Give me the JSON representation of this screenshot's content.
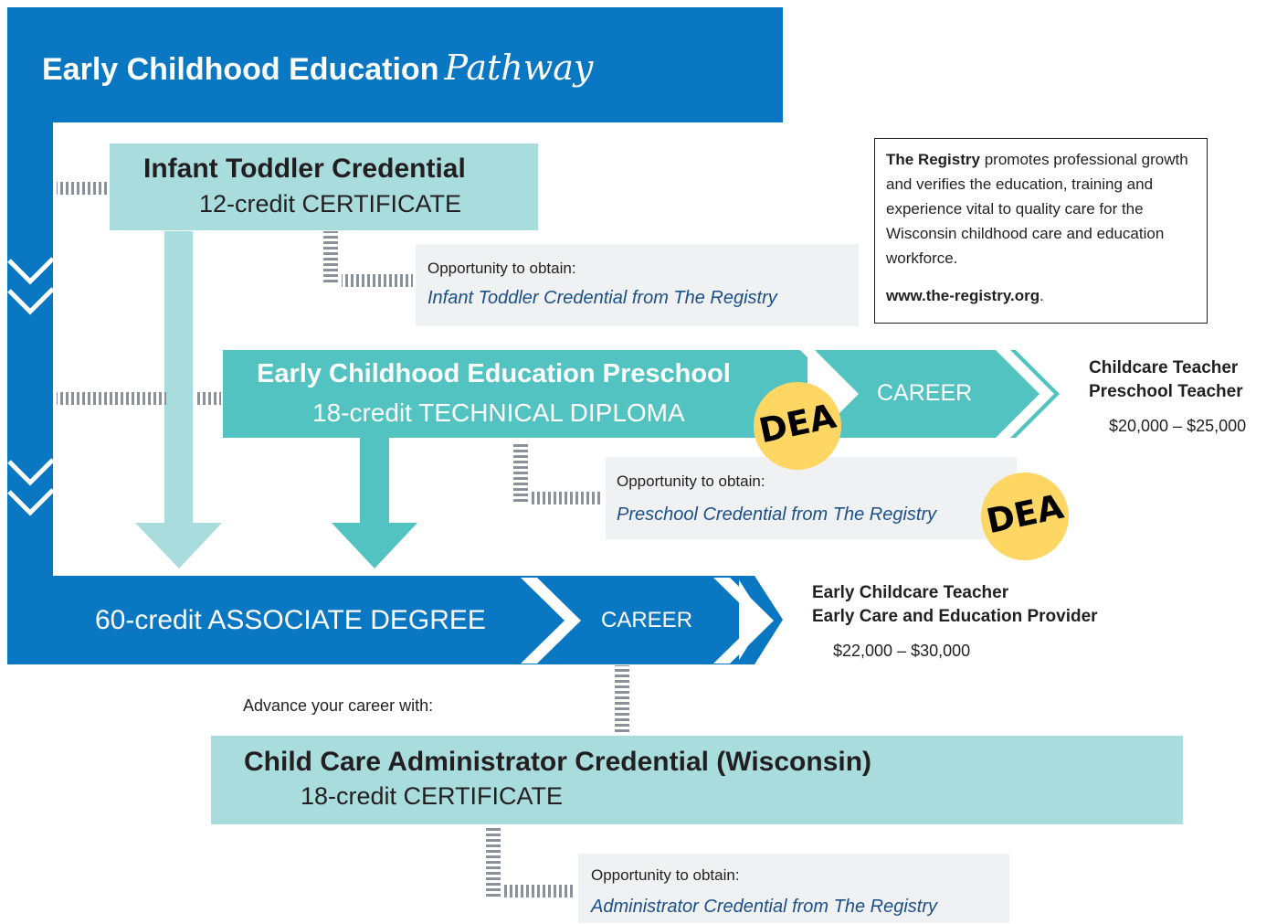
{
  "title": {
    "main": "Early Childhood Education",
    "script": "Pathway"
  },
  "infant_toddler": {
    "name": "Infant Toddler Credential",
    "credits": "12-credit CERTIFICATE",
    "opportunity_label": "Opportunity to obtain:",
    "opportunity_credential": "Infant Toddler Credential from The Registry"
  },
  "preschool": {
    "name": "Early Childhood Education Preschool",
    "credits": "18-credit TECHNICAL DIPLOMA",
    "career": "CAREER",
    "badge": "DEA",
    "opportunity_label": "Opportunity to obtain:",
    "opportunity_credential": "Preschool Credential from The Registry",
    "opportunity_badge": "DEA",
    "jobs": [
      "Childcare Teacher",
      "Preschool Teacher"
    ],
    "salary": "$20,000 – $25,000"
  },
  "associate": {
    "credits": "60-credit ASSOCIATE DEGREE",
    "career": "CAREER",
    "jobs": [
      "Early Childcare Teacher",
      "Early Care and Education Provider"
    ],
    "salary": "$22,000 – $30,000"
  },
  "registry": {
    "name": "The Registry",
    "description": " promotes professional growth and verifies the education, training and experience vital to quality care for the Wisconsin childhood care and education workforce.",
    "url": "www.the-registry.org",
    "url_suffix": "."
  },
  "advance": {
    "label": "Advance your career with:",
    "name": "Child Care Administrator Credential (Wisconsin)",
    "credits": "18-credit CERTIFICATE",
    "opportunity_label": "Opportunity to obtain:",
    "opportunity_credential": "Administrator Credential from The Registry"
  },
  "colors": {
    "dark_blue": "#0a77c2",
    "teal": "#52c3c1",
    "light_teal": "#a9dcdd",
    "note_gray": "#f0f1f2",
    "badge_yellow": "#fdd663",
    "link_blue": "#1b4f8a"
  }
}
